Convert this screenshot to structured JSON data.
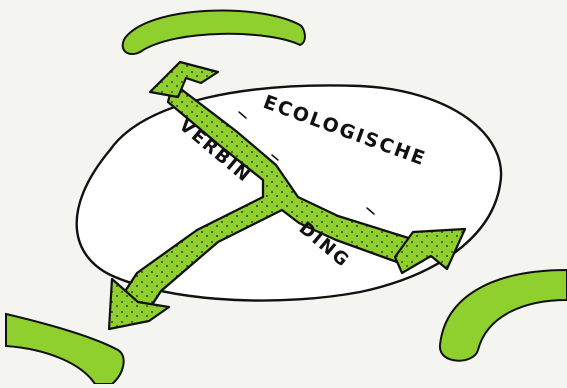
{
  "diagram": {
    "labels": {
      "word1": "ECOLOGISCHE",
      "word2_part1": "VERBIN",
      "word2_part2": "DING"
    },
    "colors": {
      "background": "#f4f4f1",
      "green": "#8fcf2e",
      "green_dark": "#6fb520",
      "ink": "#111111",
      "island": "#ffffff"
    }
  }
}
